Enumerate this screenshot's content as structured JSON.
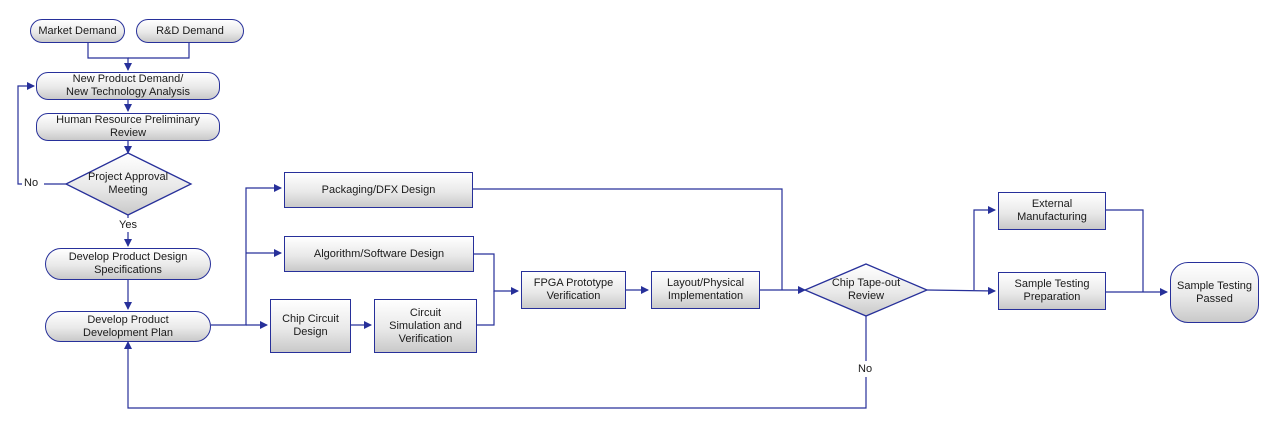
{
  "nodes": {
    "market_demand": "Market Demand",
    "rd_demand": "R&D Demand",
    "new_product_analysis": "New Product Demand/\nNew Technology Analysis",
    "hr_review": "Human Resource Preliminary\nReview",
    "project_approval": "Project Approval\nMeeting",
    "design_specs": "Develop Product Design\nSpecifications",
    "dev_plan": "Develop Product\nDevelopment Plan",
    "packaging_dfx": "Packaging/DFX Design",
    "algorithm_software": "Algorithm/Software Design",
    "chip_circuit": "Chip Circuit\nDesign",
    "circuit_sim": "Circuit\nSimulation and\nVerification",
    "fpga_verification": "FPGA Prototype\nVerification",
    "layout_physical": "Layout/Physical\nImplementation",
    "tapeout_review": "Chip Tape-out\nReview",
    "external_manufacturing": "External\nManufacturing",
    "sample_testing_prep": "Sample Testing\nPreparation",
    "sample_testing_passed": "Sample Testing\nPassed"
  },
  "labels": {
    "approval_no": "No",
    "approval_yes": "Yes",
    "tapeout_no": "No"
  },
  "colors": {
    "border": "#27309a",
    "arrow": "#27309a",
    "text": "#1a1a1a"
  }
}
